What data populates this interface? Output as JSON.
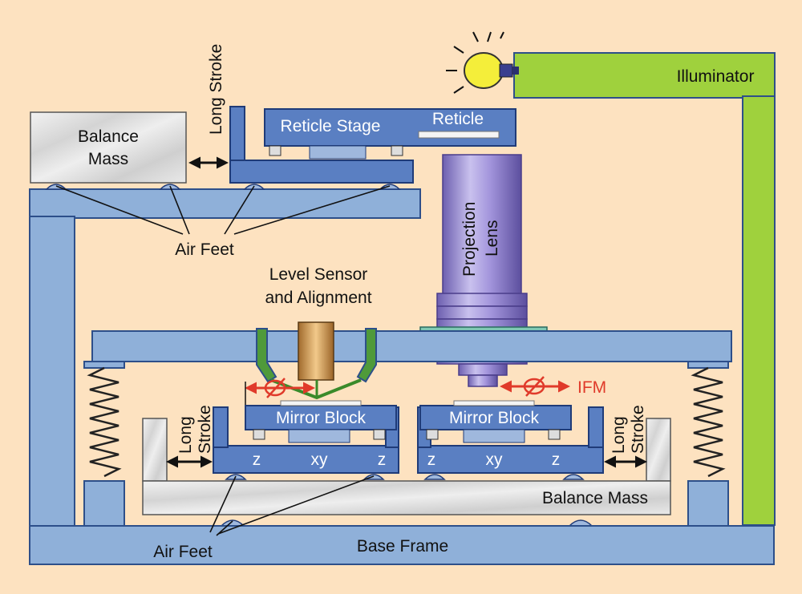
{
  "labels": {
    "illuminator": "Illuminator",
    "long_stroke_top": "Long Stroke",
    "balance_mass_top_line1": "Balance",
    "balance_mass_top_line2": "Mass",
    "reticle_stage": "Reticle Stage",
    "reticle": "Reticle",
    "projection_lens_line1": "Projection",
    "projection_lens_line2": "Lens",
    "air_feet_top": "Air Feet",
    "level_sensor_line1": "Level Sensor",
    "level_sensor_line2": "and Alignment",
    "ifm": "IFM",
    "mirror_block_left": "Mirror Block",
    "mirror_block_right": "Mirror Block",
    "long_stroke_left_line1": "Long",
    "long_stroke_left_line2": "Stroke",
    "long_stroke_right_line1": "Long",
    "long_stroke_right_line2": "Stroke",
    "axis_z": "z",
    "axis_xy": "xy",
    "balance_mass_bottom": "Balance Mass",
    "air_feet_bottom": "Air Feet",
    "base_frame": "Base Frame"
  },
  "colors": {
    "background": "#fde2c0",
    "frame": "#8fb0d9",
    "stage": "#5a7fc2",
    "illuminator_frame": "#9fd13d",
    "ifm_arrow": "#e03a2a"
  },
  "icons": {
    "light_source": "light-bulb-icon"
  }
}
